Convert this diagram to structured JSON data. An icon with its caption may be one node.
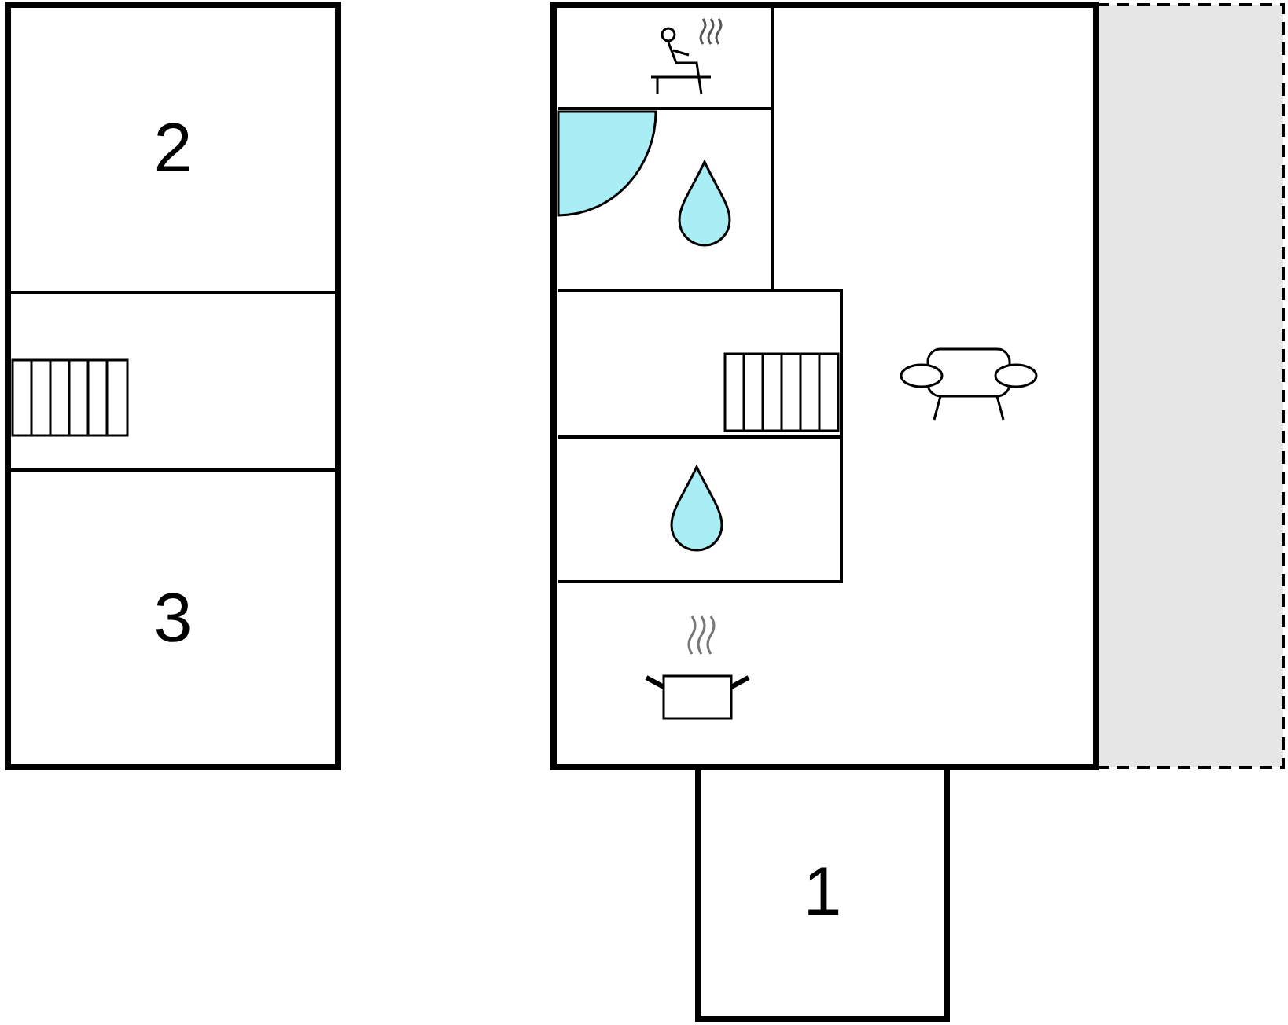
{
  "diagram": {
    "nodes": [
      {
        "text": [
          "2"
        ]
      },
      {
        "text": [
          "3"
        ]
      },
      {
        "text": [
          "1"
        ]
      },
      {
        "text": [],
        "shape": "box"
      }
    ]
  }
}
